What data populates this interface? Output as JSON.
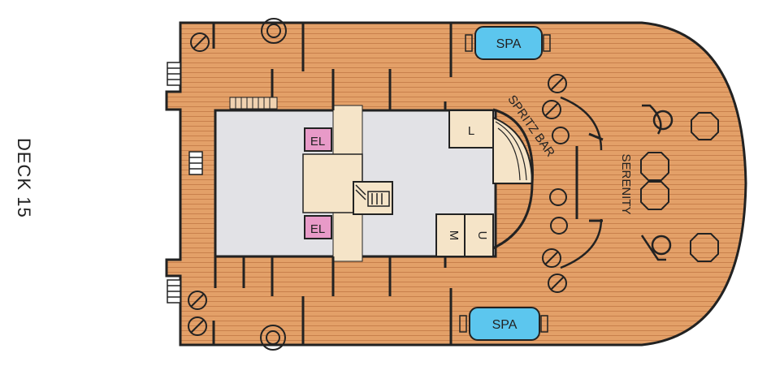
{
  "deck": {
    "title": "DECK 15"
  },
  "labels": {
    "spa_top": "SPA",
    "spa_bottom": "SPA",
    "bar": "SPRITZ BAR",
    "serenity": "SERENITY",
    "elevator_top": "EL",
    "elevator_bottom": "EL",
    "room_l": "L",
    "room_m": "M",
    "room_u": "U"
  },
  "colors": {
    "deck_wood": "#e3a068",
    "deck_line": "#c8804c",
    "interior": "#e2e2e6",
    "corridor": "#f5e4c8",
    "spa": "#5cc6ee",
    "elevator": "#e89ac8",
    "outline": "#222222"
  }
}
